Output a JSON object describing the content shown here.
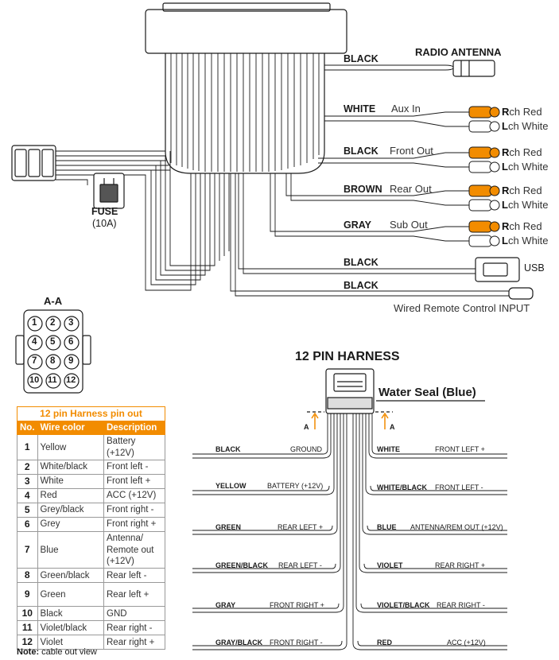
{
  "unit_wires": {
    "antenna": {
      "wire": "BLACK",
      "label": "RADIO ANTENNA"
    },
    "aux_in": {
      "wire": "WHITE",
      "label": "Aux In"
    },
    "front_out": {
      "wire": "BLACK",
      "label": "Front Out"
    },
    "rear_out": {
      "wire": "BROWN",
      "label": "Rear Out"
    },
    "sub_out": {
      "wire": "GRAY",
      "label": "Sub Out"
    },
    "usb": {
      "wire": "BLACK",
      "label": "USB"
    },
    "remote": {
      "wire": "BLACK",
      "label": "Wired Remote Control INPUT"
    }
  },
  "rca": {
    "r_letter": "R",
    "r_rest": "ch Red",
    "l_letter": "L",
    "l_rest": "ch White"
  },
  "fuse": {
    "label": "FUSE",
    "value": "(10A)"
  },
  "connector": {
    "title": "A-A",
    "pins": [
      "1",
      "2",
      "3",
      "4",
      "5",
      "6",
      "7",
      "8",
      "9",
      "10",
      "11",
      "12"
    ]
  },
  "harness": {
    "title": "12 PIN HARNESS",
    "water_seal": "Water Seal (Blue)",
    "section_mark": "A",
    "left": [
      {
        "wire": "BLACK",
        "desc": "GROUND"
      },
      {
        "wire": "YELLOW",
        "desc": "BATTERY (+12V)"
      },
      {
        "wire": "GREEN",
        "desc": "REAR LEFT +"
      },
      {
        "wire": "GREEN/BLACK",
        "desc": "REAR LEFT -"
      },
      {
        "wire": "GRAY",
        "desc": "FRONT RIGHT +"
      },
      {
        "wire": "GRAY/BLACK",
        "desc": "FRONT RIGHT -"
      }
    ],
    "right": [
      {
        "wire": "WHITE",
        "desc": "FRONT LEFT +"
      },
      {
        "wire": "WHITE/BLACK",
        "desc": "FRONT LEFT -"
      },
      {
        "wire": "BLUE",
        "desc": "ANTENNA/REM OUT (+12V)"
      },
      {
        "wire": "VIOLET",
        "desc": "REAR RIGHT +"
      },
      {
        "wire": "VIOLET/BLACK",
        "desc": "REAR RIGHT -"
      },
      {
        "wire": "RED",
        "desc": "ACC (+12V)"
      }
    ]
  },
  "pin_table": {
    "title": "12 pin Harness pin out",
    "headers": [
      "No.",
      "Wire color",
      "Description"
    ],
    "rows": [
      {
        "no": "1",
        "color": "Yellow",
        "desc": "Battery (+12V)"
      },
      {
        "no": "2",
        "color": "White/black",
        "desc": "Front left -"
      },
      {
        "no": "3",
        "color": "White",
        "desc": "Front left +"
      },
      {
        "no": "4",
        "color": "Red",
        "desc": "ACC (+12V)"
      },
      {
        "no": "5",
        "color": "Grey/black",
        "desc": "Front right -"
      },
      {
        "no": "6",
        "color": "Grey",
        "desc": "Front right +"
      },
      {
        "no": "7",
        "color": "Blue",
        "desc": "Antenna/ Remote out (+12V)"
      },
      {
        "no": "8",
        "color": "Green/black",
        "desc": "Rear left -"
      },
      {
        "no": "9",
        "color": "Green",
        "desc": "Rear left +"
      },
      {
        "no": "10",
        "color": "Black",
        "desc": "GND"
      },
      {
        "no": "11",
        "color": "Violet/black",
        "desc": "Rear right -"
      },
      {
        "no": "12",
        "color": "Violet",
        "desc": "Rear right +"
      }
    ],
    "note_bold": "Note:",
    "note_text": "cable out view"
  },
  "colors": {
    "accent": "#f28c00",
    "line": "#1a1a1a",
    "rca_white": "#ffffff"
  }
}
